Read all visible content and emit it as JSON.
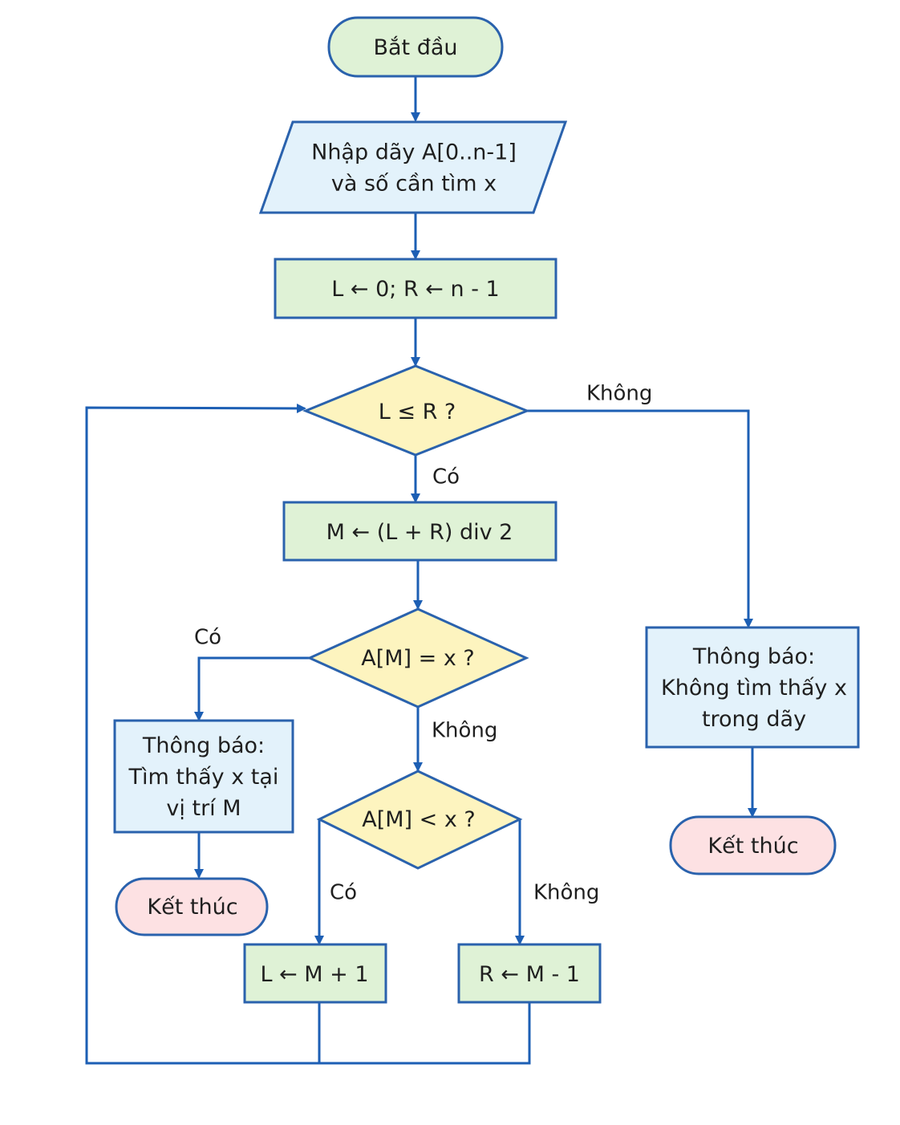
{
  "colors": {
    "terminal_start": "#dff2d6",
    "terminal_end": "#fde1e3",
    "io": "#e3f2fb",
    "process": "#dff2d6",
    "decision": "#fdf4bf",
    "message": "#e3f2fb",
    "stroke": "#2a62ad",
    "edge": "#1d5fb4"
  },
  "nodes": {
    "start": {
      "lines": [
        "Bắt đầu"
      ]
    },
    "input": {
      "lines": [
        "Nhập dãy A[0..n-1]",
        "và số cần tìm x"
      ]
    },
    "init": {
      "lines": [
        "L ← 0; R ← n - 1"
      ]
    },
    "cond_loop": {
      "lines": [
        "L ≤ R ?"
      ]
    },
    "mid": {
      "lines": [
        "M ← (L + R) div 2"
      ]
    },
    "cond_equal": {
      "lines": [
        "A[M] = x ?"
      ]
    },
    "cond_less": {
      "lines": [
        "A[M] < x ?"
      ]
    },
    "found_msg": {
      "lines": [
        "Thông báo:",
        "Tìm thấy x tại",
        "vị trí M"
      ]
    },
    "end_found": {
      "lines": [
        "Kết thúc"
      ]
    },
    "notfound_msg": {
      "lines": [
        "Thông báo:",
        "Không tìm thấy x",
        "trong dãy"
      ]
    },
    "end_notfound": {
      "lines": [
        "Kết thúc"
      ]
    },
    "move_left": {
      "lines": [
        "L ← M + 1"
      ]
    },
    "move_right": {
      "lines": [
        "R ← M - 1"
      ]
    }
  },
  "edge_labels": {
    "loop_no": "Không",
    "loop_yes": "Có",
    "equal_yes": "Có",
    "equal_no": "Không",
    "less_yes": "Có",
    "less_no": "Không"
  }
}
